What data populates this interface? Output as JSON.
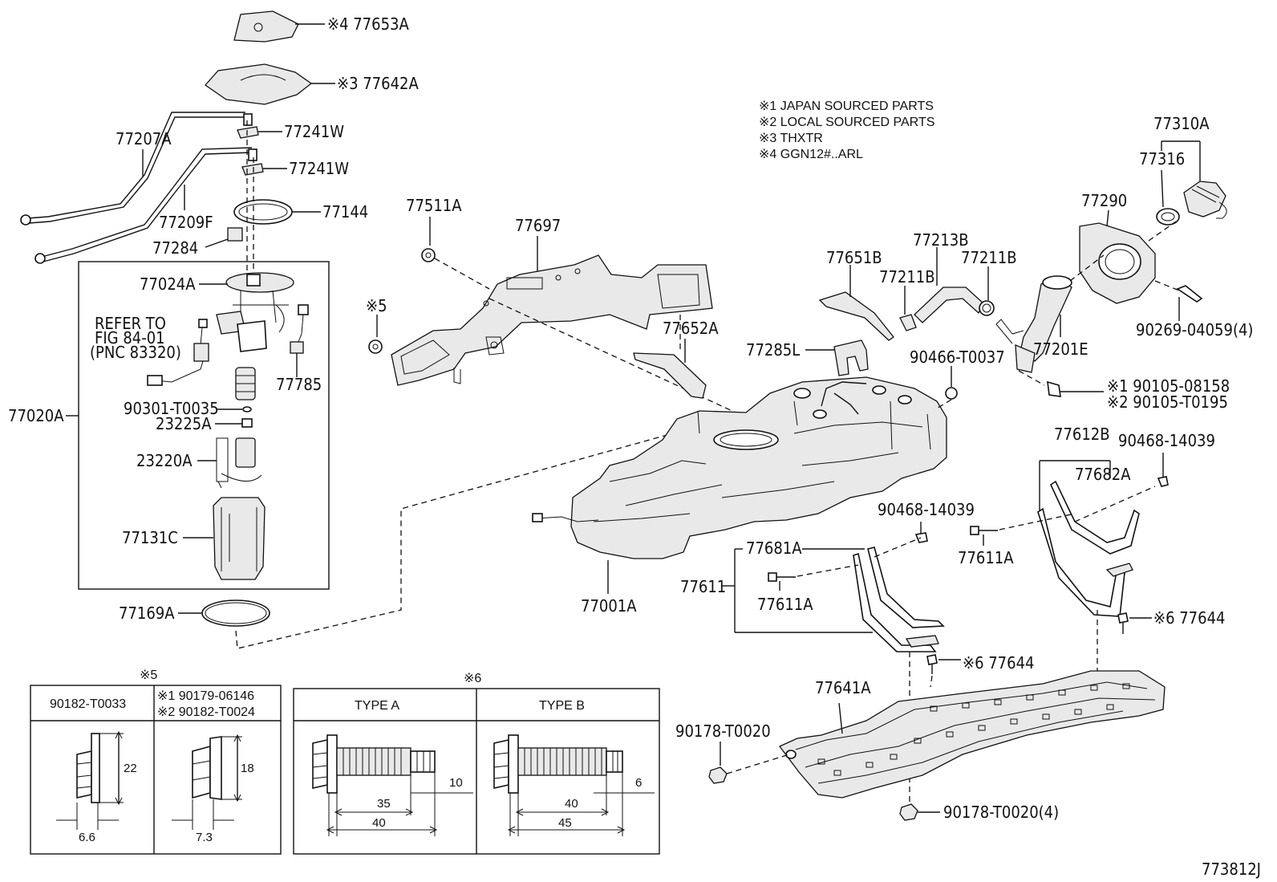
{
  "notes": [
    "※1 JAPAN SOURCED PARTS",
    "※2 LOCAL SOURCED PARTS",
    "※3 THXTR",
    "※4 GGN12#..ARL"
  ],
  "labels": {
    "p77653A": "※4 77653A",
    "p77642A": "※3 77642A",
    "p77241W_1": "77241W",
    "p77241W_2": "77241W",
    "p77207A": "77207A",
    "p77209F": "77209F",
    "p77144": "77144",
    "p77284": "77284",
    "p77024A": "77024A",
    "refer1": "REFER TO",
    "refer2": "FIG 84-01",
    "refer3": "(PNC 83320)",
    "p77785": "77785",
    "p77020A": "77020A",
    "p90301": "90301-T0035",
    "p23225A": "23225A",
    "p23220A": "23220A",
    "p77131C": "77131C",
    "p77169A": "77169A",
    "p77511A": "77511A",
    "p77697": "77697",
    "s5": "※5",
    "p77652A": "77652A",
    "p77651B": "77651B",
    "p77213B": "77213B",
    "p77211B_1": "77211B",
    "p77211B_2": "77211B",
    "p77285L": "77285L",
    "p90466": "90466-T0037",
    "p77310A": "77310A",
    "p77316": "77316",
    "p77290": "77290",
    "p90269": "90269-04059(4)",
    "p77201E": "77201E",
    "p90105a": "※1 90105-08158",
    "p90105b": "※2 90105-T0195",
    "p77612B": "77612B",
    "p90468_1": "90468-14039",
    "p77682A": "77682A",
    "p90468_2": "90468-14039",
    "p77611A_1": "77611A",
    "p77681A": "77681A",
    "p77611": "77611",
    "p77611A_2": "77611A",
    "p77001A": "77001A",
    "p77644_1": "※6 77644",
    "p77644_2": "※6 77644",
    "p77641A": "77641A",
    "p90178_1": "90178-T0020",
    "p90178_2": "90178-T0020(4)",
    "footer": "773812J"
  },
  "table5": {
    "mark": "※5",
    "col1": "90182-T0033",
    "col2a": "※1 90179-06146",
    "col2b": "※2 90182-T0024",
    "d22": "22",
    "d66": "6.6",
    "d18": "18",
    "d73": "7.3"
  },
  "table6": {
    "mark": "※6",
    "typeA": "TYPE A",
    "typeB": "TYPE B",
    "a10": "10",
    "a35": "35",
    "a40": "40",
    "b6": "6",
    "b40": "40",
    "b45": "45"
  }
}
